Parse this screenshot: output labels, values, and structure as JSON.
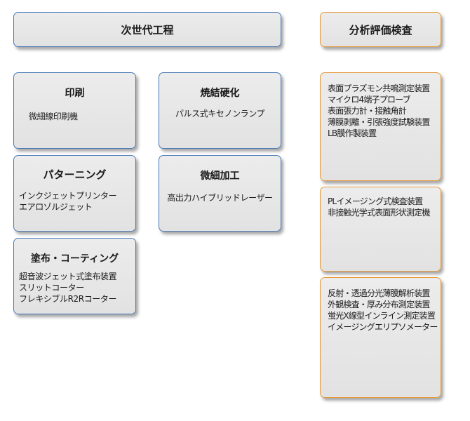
{
  "header_left": "次世代工程",
  "header_right": "分析評価検査",
  "process_boxes": {
    "printing": {
      "title": "印刷",
      "lines": [
        "微細線印刷機"
      ]
    },
    "sintering": {
      "title": "焼結硬化",
      "lines": [
        "パルス式キセノンランプ"
      ]
    },
    "patterning": {
      "title": "パターニング",
      "lines": [
        "インクジェットプリンター",
        "エアロゾルジェット"
      ]
    },
    "micro_processing": {
      "title": "微細加工",
      "lines": [
        "高出力ハイブリッドレーザー"
      ]
    },
    "coating": {
      "title": "塗布・コーティング",
      "lines": [
        "超音波ジェット式塗布装置",
        "スリットコーター",
        "フレキシブルR2Rコーター"
      ]
    }
  },
  "analysis_boxes": [
    {
      "lines": [
        "表面プラズモン共鳴測定装置",
        "マイクロ4端子プローブ",
        "表面張力計・接触角計",
        "薄膜剥離・引張強度試験装置",
        "LB膜作製装置"
      ]
    },
    {
      "lines": [
        "PLイメージング式検査装置",
        "非接触光学式表面形状測定機"
      ]
    },
    {
      "lines": [
        "反射・透過分光薄膜解析装置",
        "外観検査・厚み分布測定装置",
        "蛍光X線型インライン測定装置",
        "イメージングエリプソメーター"
      ]
    }
  ],
  "colors": {
    "process_border": "#4a7ab8",
    "analysis_border": "#e59a3c",
    "box_fill": "#e6e6e6"
  }
}
